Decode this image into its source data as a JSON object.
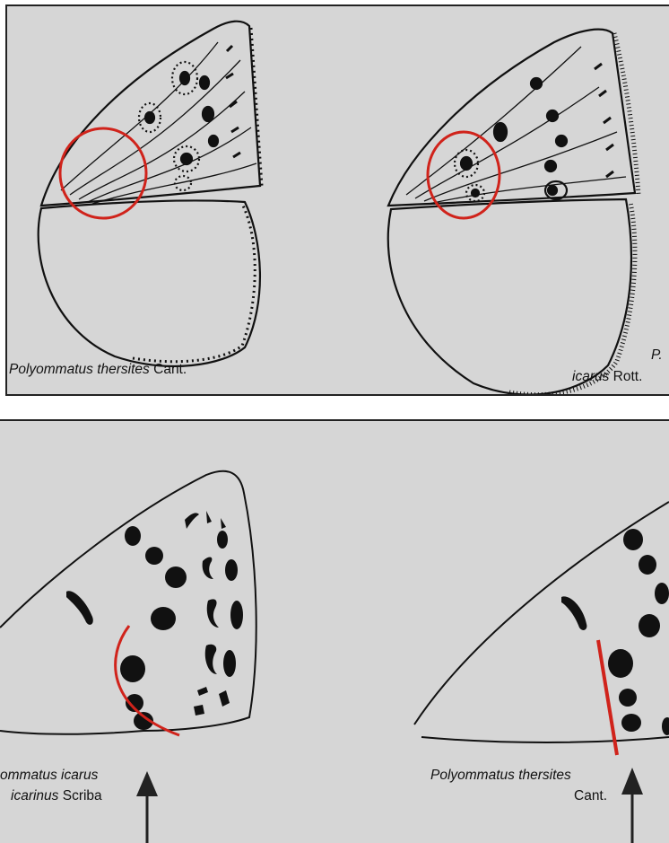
{
  "top_panel": {
    "left_caption": {
      "genus": "Polyommatus",
      "species": "thersites",
      "author": "Cant."
    },
    "right_caption": {
      "genus_abbr": "P.",
      "species": "icarus",
      "author": "Rott."
    }
  },
  "bottom_panel": {
    "left_caption": {
      "line1": "ommatus icarus",
      "line2_italic": "icarinus",
      "line2_author": "Scriba"
    },
    "right_caption": {
      "line1": "Polyommatus thersites",
      "line2": "Cant."
    }
  },
  "colors": {
    "highlight_red": "#d0231b",
    "ink": "#111111",
    "paper": "#d6d6d6"
  }
}
